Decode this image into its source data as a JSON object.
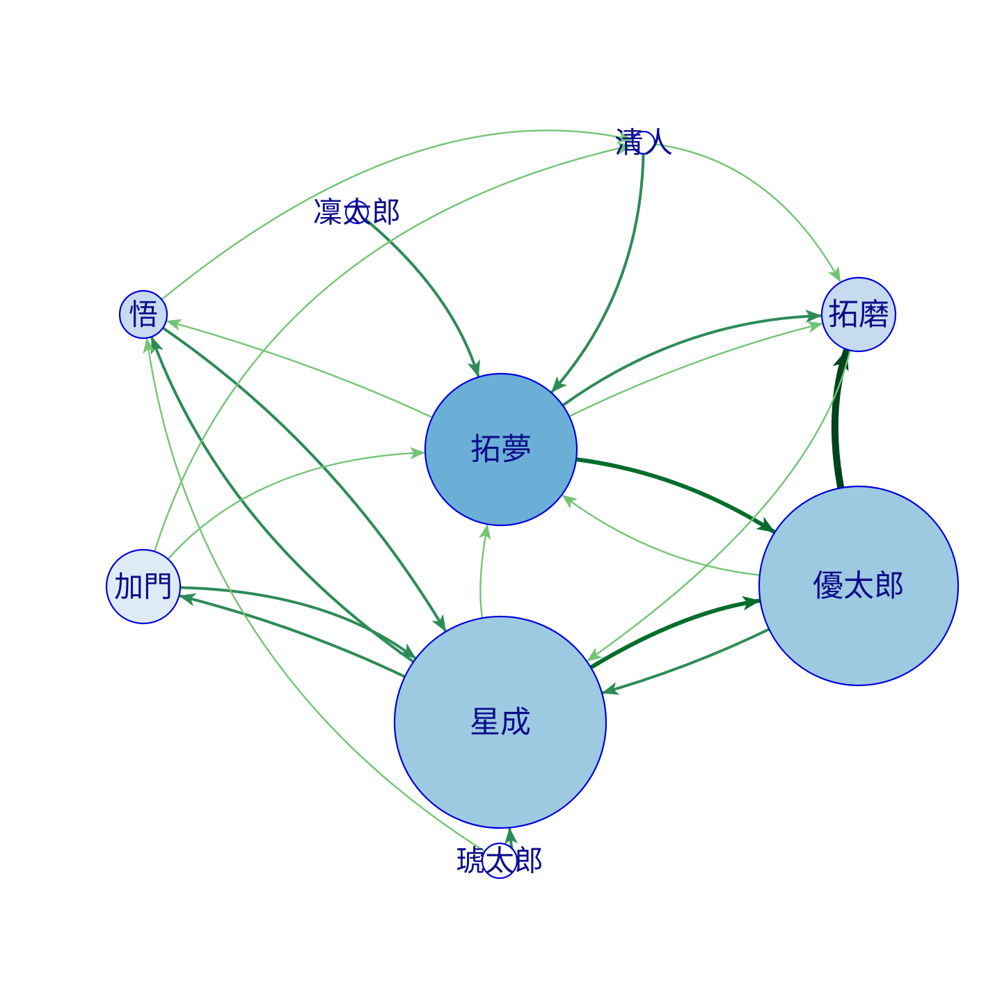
{
  "colors": {
    "node_stroke": "#0000dd",
    "label": "#0d0d8a",
    "edge_light": "#74c476",
    "edge_medium": "#2e8b57",
    "edge_dark": "#006d2c",
    "edge_darkest": "#00441b",
    "node_fill_dark": "#6baed6",
    "node_fill_mid": "#9ecae1",
    "node_fill_light": "#c6dbef",
    "node_fill_pale": "#deebf7"
  },
  "nodes": [
    {
      "id": "takumu",
      "label": "拓夢",
      "weight": "large",
      "fill": "#6baed6"
    },
    {
      "id": "seinari",
      "label": "星成",
      "weight": "largest",
      "fill": "#9ecae1"
    },
    {
      "id": "yutaro",
      "label": "優太郎",
      "weight": "largest",
      "fill": "#9ecae1"
    },
    {
      "id": "takuma",
      "label": "拓磨",
      "weight": "small",
      "fill": "#c6dbef"
    },
    {
      "id": "satoru",
      "label": "悟",
      "weight": "small",
      "fill": "#c6dbef"
    },
    {
      "id": "kamon",
      "label": "加門",
      "weight": "small",
      "fill": "#deebf7"
    },
    {
      "id": "kiyoto",
      "label": "清人",
      "weight": "tiny",
      "fill": "#ffffff"
    },
    {
      "id": "rintaro",
      "label": "凜太郎",
      "weight": "tiny",
      "fill": "#ffffff"
    },
    {
      "id": "kotaro",
      "label": "琥太郎",
      "weight": "tiny",
      "fill": "#ffffff"
    }
  ],
  "edges": [
    {
      "from": "yutaro",
      "to": "takuma",
      "strength": 4
    },
    {
      "from": "takumu",
      "to": "yutaro",
      "strength": 3
    },
    {
      "from": "seinari",
      "to": "yutaro",
      "strength": 3
    },
    {
      "from": "takumu",
      "to": "takuma",
      "strength": 2
    },
    {
      "from": "kiyoto",
      "to": "takumu",
      "strength": 2
    },
    {
      "from": "rintaro",
      "to": "takumu",
      "strength": 2
    },
    {
      "from": "satoru",
      "to": "seinari",
      "strength": 2
    },
    {
      "from": "seinari",
      "to": "satoru",
      "strength": 2
    },
    {
      "from": "kamon",
      "to": "seinari",
      "strength": 2
    },
    {
      "from": "seinari",
      "to": "kamon",
      "strength": 2
    },
    {
      "from": "yutaro",
      "to": "seinari",
      "strength": 2
    },
    {
      "from": "kotaro",
      "to": "seinari",
      "strength": 2
    },
    {
      "from": "satoru",
      "to": "kiyoto",
      "strength": 1
    },
    {
      "from": "kiyoto",
      "to": "takuma",
      "strength": 1
    },
    {
      "from": "takumu",
      "to": "satoru",
      "strength": 1
    },
    {
      "from": "takuma",
      "to": "seinari",
      "strength": 1
    },
    {
      "from": "yutaro",
      "to": "takumu",
      "strength": 1
    },
    {
      "from": "seinari",
      "to": "takumu",
      "strength": 1
    },
    {
      "from": "kamon",
      "to": "takumu",
      "strength": 1
    },
    {
      "from": "kamon",
      "to": "kiyoto",
      "strength": 1
    },
    {
      "from": "kotaro",
      "to": "satoru",
      "strength": 1
    },
    {
      "from": "takumu",
      "to": "takuma",
      "strength": 1
    }
  ]
}
